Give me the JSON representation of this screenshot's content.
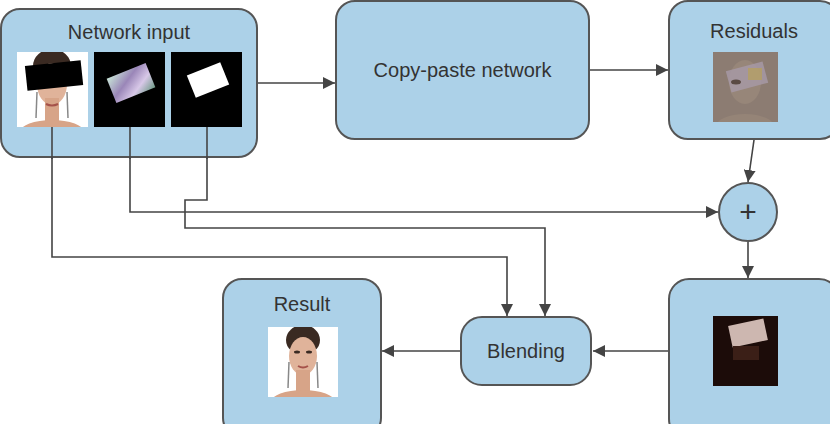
{
  "diagram": {
    "nodes": [
      {
        "text": [
          "Network input"
        ]
      },
      {
        "text": [
          "Copy-paste network"
        ]
      },
      {
        "text": [
          "Residuals"
        ]
      },
      {
        "text": [
          "+"
        ]
      },
      {
        "text": [
          "Blending"
        ]
      },
      {
        "text": [
          "Result"
        ]
      }
    ],
    "edges": [
      {
        "from": 0,
        "to": 1,
        "arrow": "to"
      },
      {
        "from": 1,
        "to": 2,
        "arrow": "to"
      },
      {
        "from": 2,
        "to": 3,
        "arrow": "to"
      },
      {
        "from": 0,
        "to": 3,
        "arrow": "to"
      },
      {
        "from": 0,
        "to": 4,
        "arrow": "to"
      },
      {
        "from": 0,
        "to": 4,
        "arrow": "to"
      },
      {
        "from": 4,
        "to": 5,
        "arrow": "to"
      }
    ]
  }
}
